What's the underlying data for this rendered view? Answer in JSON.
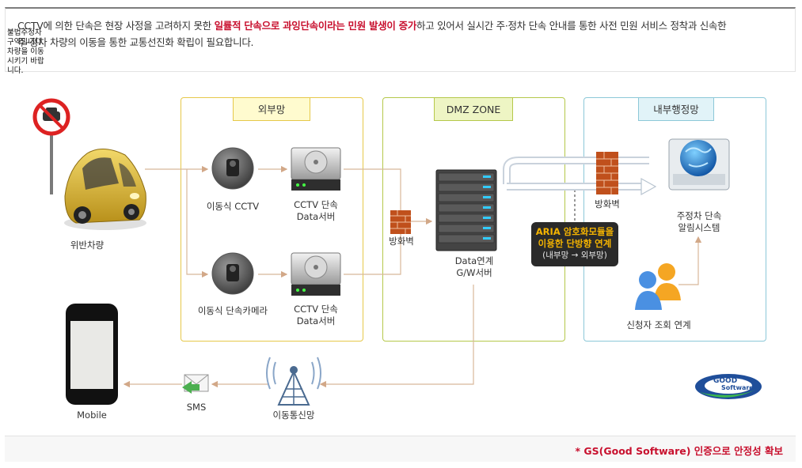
{
  "intro": {
    "part1": "CCTV에 의한 단속은 현장 사정을 고려하지 못한 ",
    "highlight": "일률적 단속으로 과잉단속이라는 민원 발생이 증가",
    "part2": "하고 있어서 실시간 주·정차 단속 안내를 통한 사전 민원 서비스 정착과 신속한",
    "line2": "주·정차 차량의 이동을 통한 교통선진화 확립이 필요합니다."
  },
  "zones": {
    "external": "외부망",
    "dmz": "DMZ ZONE",
    "internal": "내부행정망"
  },
  "nodes": {
    "violation_vehicle": "위반차량",
    "mobile_cctv": "이동식 CCTV",
    "mobile_camera": "이동식 단속카메라",
    "cctv_server_1_line1": "CCTV 단속",
    "cctv_server_1_line2": "Data서버",
    "cctv_server_2_line1": "CCTV 단속",
    "cctv_server_2_line2": "Data서버",
    "firewall_dmz": "방화벽",
    "gw_server_line1": "Data연계",
    "gw_server_line2": "G/W서버",
    "firewall_internal": "방화벽",
    "alert_system_line1": "주정차 단속",
    "alert_system_line2": "알림시스템",
    "applicant": "신청자 조회 연계",
    "mobile_network": "이동통신망",
    "sms": "SMS",
    "mobile": "Mobile",
    "phone_message": [
      "불법주정차",
      "구역입니다.",
      "차량을 이동",
      "시키기 바랍",
      "니다."
    ]
  },
  "aria": {
    "line1": "ARIA 암호화모듈을",
    "line2": "이용한 단방향 연계",
    "line3": "(내부망 → 외부망)"
  },
  "logo": {
    "line1": "GOOD",
    "line2": "Software"
  },
  "footer": {
    "note": "* GS(Good Software) 인증으로 안정성 확보"
  },
  "colors": {
    "accent_red": "#c8102e",
    "zone_external": "#e6c84a",
    "zone_dmz": "#b5c84a",
    "zone_internal": "#8cc8d8",
    "arrow": "#d8b89a",
    "aria_text": "#f5b400"
  }
}
